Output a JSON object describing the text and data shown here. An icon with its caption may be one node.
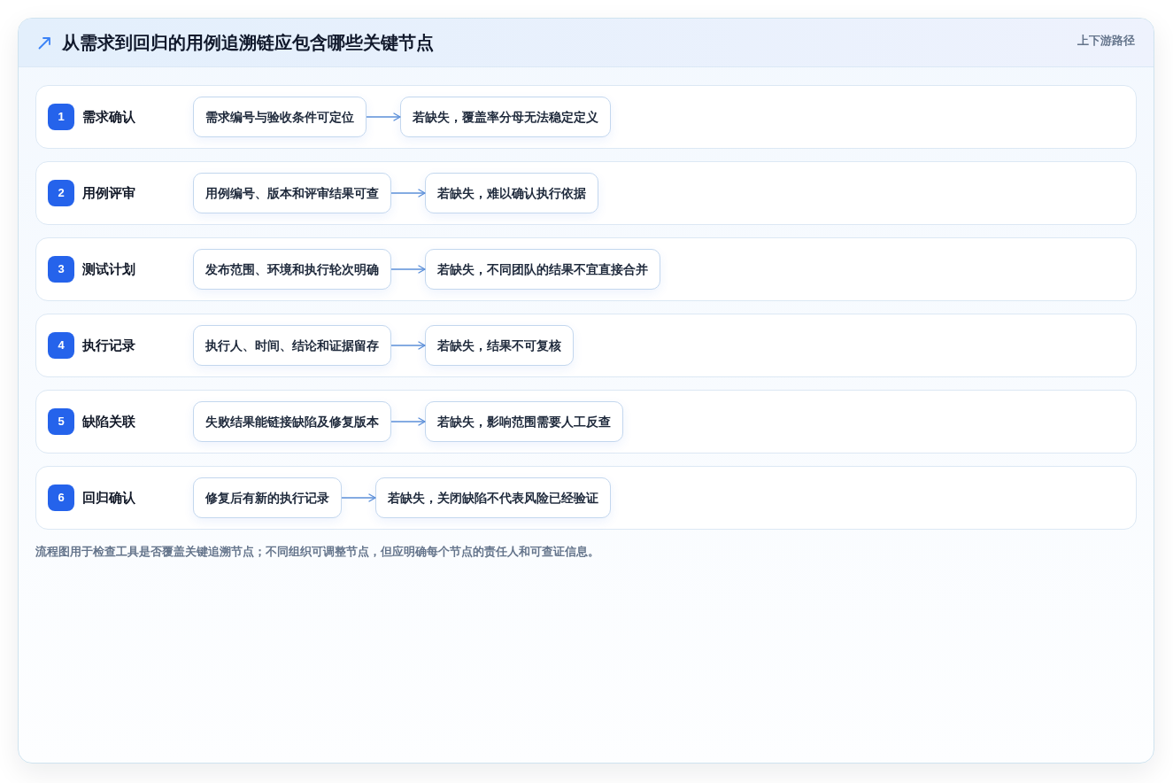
{
  "diagram": {
    "title": "从需求到回归的用例追溯链应包含哪些关键节点",
    "caption": "流程图用于检查工具是否覆盖关键追溯节点；不同组织可调整节点，但应明确每个节点的责任人和可查证信息。",
    "labels": [
      "上下游路径"
    ],
    "nodes": [
      {
        "text": [
          "1",
          "需求确认"
        ]
      },
      {
        "text": [
          "需求编号与验收条件可定位"
        ],
        "in": 0
      },
      {
        "text": [
          "若缺失，覆盖率分母无法稳定定义"
        ],
        "in": 0
      },
      {
        "text": [
          "2",
          "用例评审"
        ]
      },
      {
        "text": [
          "用例编号、版本和评审结果可查"
        ],
        "in": 3
      },
      {
        "text": [
          "若缺失，难以确认执行依据"
        ],
        "in": 3
      },
      {
        "text": [
          "3",
          "测试计划"
        ]
      },
      {
        "text": [
          "发布范围、环境和执行轮次明确"
        ],
        "in": 6
      },
      {
        "text": [
          "若缺失，不同团队的结果不宜直接合并"
        ],
        "in": 6
      },
      {
        "text": [
          "4",
          "执行记录"
        ]
      },
      {
        "text": [
          "执行人、时间、结论和证据留存"
        ],
        "in": 9
      },
      {
        "text": [
          "若缺失，结果不可复核"
        ],
        "in": 9
      },
      {
        "text": [
          "5",
          "缺陷关联"
        ]
      },
      {
        "text": [
          "失败结果能链接缺陷及修复版本"
        ],
        "in": 12
      },
      {
        "text": [
          "若缺失，影响范围需要人工反查"
        ],
        "in": 12
      },
      {
        "text": [
          "6",
          "回归确认"
        ]
      },
      {
        "text": [
          "修复后有新的执行记录"
        ],
        "in": 15
      },
      {
        "text": [
          "若缺失，关闭缺陷不代表风险已经验证"
        ],
        "in": 15
      }
    ],
    "edges": [
      {
        "from": 1,
        "to": 2,
        "arrow": "to"
      },
      {
        "from": 4,
        "to": 5,
        "arrow": "to"
      },
      {
        "from": 7,
        "to": 8,
        "arrow": "to"
      },
      {
        "from": 10,
        "to": 11,
        "arrow": "to"
      },
      {
        "from": 13,
        "to": 14,
        "arrow": "to"
      },
      {
        "from": 16,
        "to": 17,
        "arrow": "to"
      }
    ]
  }
}
